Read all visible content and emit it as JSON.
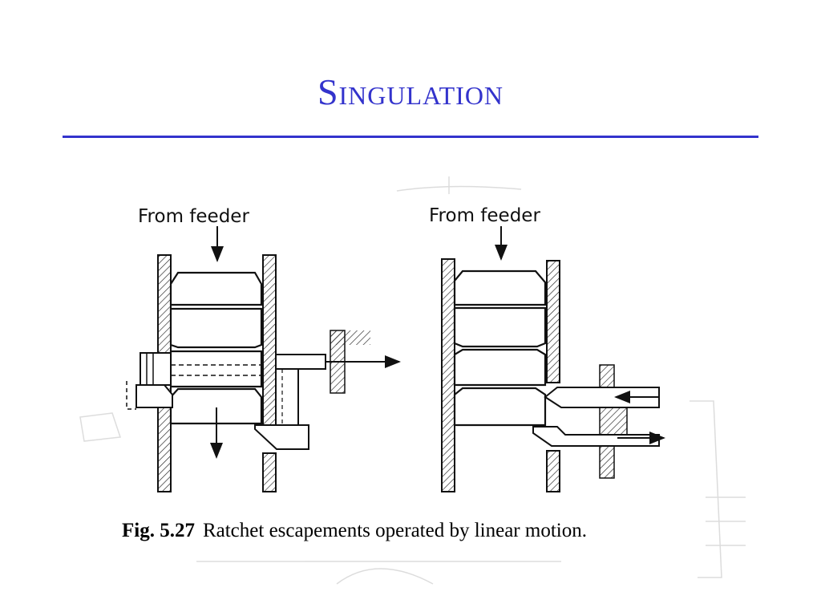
{
  "slide": {
    "title": "Singulation"
  },
  "diagram": {
    "left_label": "From feeder",
    "right_label": "From feeder"
  },
  "caption": {
    "number": "Fig. 5.27",
    "text": "Ratchet escapements operated by linear motion."
  },
  "colors": {
    "title": "#3333cc",
    "rule": "#3333cc",
    "ink": "#111111"
  }
}
